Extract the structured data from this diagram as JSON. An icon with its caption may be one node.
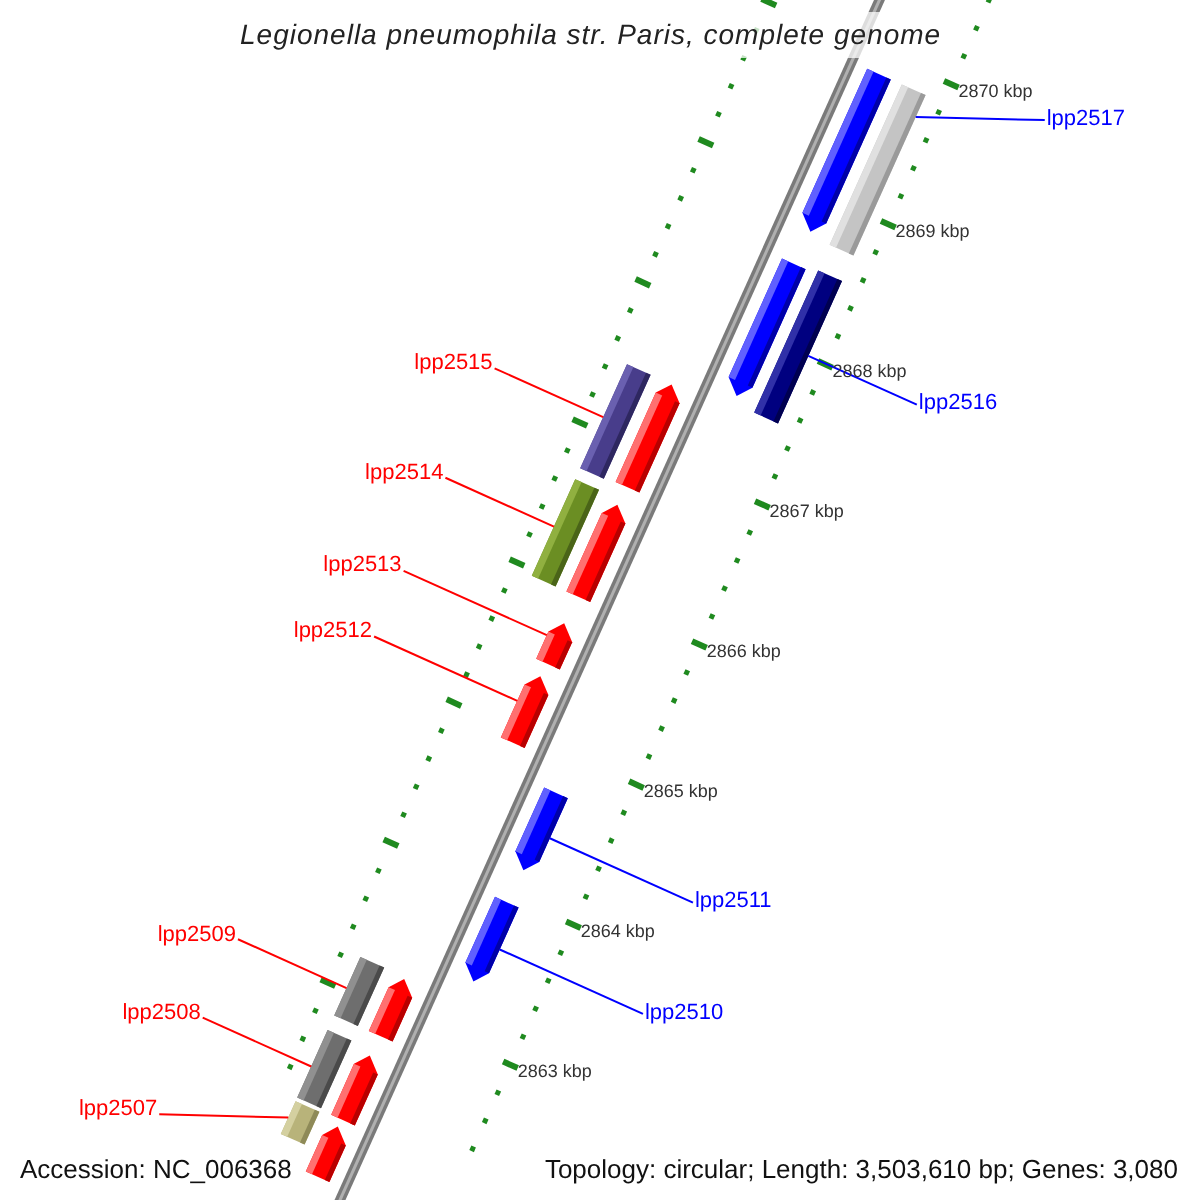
{
  "diagram": {
    "title": "Legionella pneumophila str. Paris, complete genome",
    "nodes": [
      {
        "text": [],
        "shape": "bar"
      },
      {
        "text": [],
        "shape": "bar"
      },
      {
        "text": [
          "lpp2517"
        ]
      },
      {
        "text": [],
        "shape": "bar"
      },
      {
        "text": [],
        "shape": "bar"
      },
      {
        "text": [
          "lpp2516"
        ]
      },
      {
        "text": [
          "lpp2515"
        ]
      },
      {
        "text": [],
        "shape": "bar"
      },
      {
        "text": [],
        "shape": "bar"
      },
      {
        "text": [
          "lpp2514"
        ]
      },
      {
        "text": [],
        "shape": "bar"
      },
      {
        "text": [],
        "shape": "bar"
      },
      {
        "text": [
          "lpp2513"
        ]
      },
      {
        "text": [],
        "shape": "bar"
      },
      {
        "text": [
          "lpp2512"
        ]
      },
      {
        "text": [],
        "shape": "bar"
      },
      {
        "text": [],
        "shape": "bar"
      },
      {
        "text": [
          "lpp2511"
        ]
      },
      {
        "text": [],
        "shape": "bar"
      },
      {
        "text": [
          "lpp2510"
        ]
      },
      {
        "text": [
          "lpp2509"
        ]
      },
      {
        "text": [],
        "shape": "bar"
      },
      {
        "text": [],
        "shape": "bar"
      },
      {
        "text": [
          "lpp2508"
        ]
      },
      {
        "text": [],
        "shape": "bar"
      },
      {
        "text": [],
        "shape": "bar"
      },
      {
        "text": [
          "lpp2507"
        ]
      },
      {
        "text": [],
        "shape": "bar"
      },
      {
        "text": [],
        "shape": "bar"
      }
    ],
    "edges": [
      {
        "from": 2,
        "to": 0,
        "arrow": "none",
        "color": "#0000ff"
      },
      {
        "from": 5,
        "to": 4,
        "arrow": "none",
        "color": "#0000ff"
      },
      {
        "from": 6,
        "to": 7,
        "arrow": "none"
      },
      {
        "from": 9,
        "to": 10,
        "arrow": "none"
      },
      {
        "from": 12,
        "to": 13,
        "arrow": "none"
      },
      {
        "from": 14,
        "to": 15,
        "arrow": "none"
      },
      {
        "from": 17,
        "to": 16,
        "arrow": "none",
        "color": "#0000ff"
      },
      {
        "from": 19,
        "to": 18,
        "arrow": "none",
        "color": "#0000ff"
      },
      {
        "from": 20,
        "to": 21,
        "arrow": "none"
      },
      {
        "from": 23,
        "to": 24,
        "arrow": "none"
      },
      {
        "from": 26,
        "to": 27,
        "arrow": "none"
      }
    ],
    "labels": [
      "2870 kbp",
      "2869 kbp",
      "2868 kbp",
      "2867 kbp",
      "2866 kbp",
      "2865 kbp",
      "2864 kbp",
      "2863 kbp",
      "Accession: NC_006368",
      "Topology: circular; Length: 3,503,610 bp; Genes: 3,080"
    ]
  }
}
